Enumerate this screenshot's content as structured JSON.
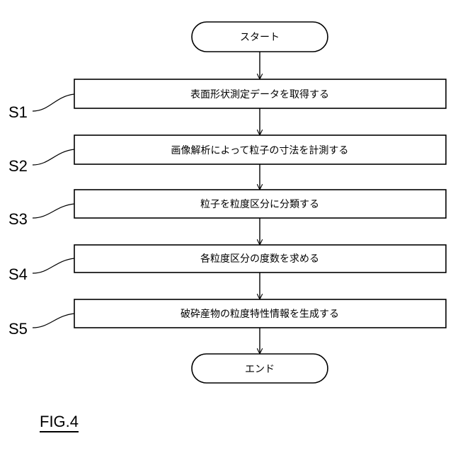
{
  "flowchart": {
    "start": "スタート",
    "end": "エンド",
    "steps": [
      {
        "id": "S1",
        "text": "表面形状測定データを取得する"
      },
      {
        "id": "S2",
        "text": "画像解析によって粒子の寸法を計測する"
      },
      {
        "id": "S3",
        "text": "粒子を粒度区分に分類する"
      },
      {
        "id": "S4",
        "text": "各粒度区分の度数を求める"
      },
      {
        "id": "S5",
        "text": "破砕産物の粒度特性情報を生成する"
      }
    ]
  },
  "figure": {
    "label": "FIG.4"
  }
}
